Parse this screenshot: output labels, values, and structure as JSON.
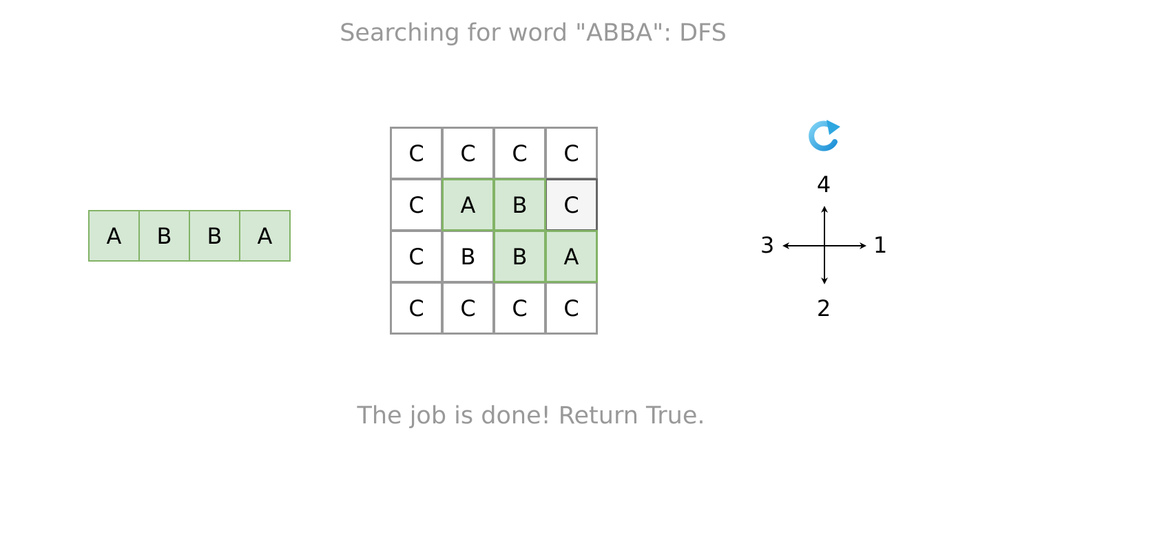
{
  "title": "Searching for word \"ABBA\": DFS",
  "status": "The job is done! Return True.",
  "word": [
    "A",
    "B",
    "B",
    "A"
  ],
  "grid": [
    [
      "C",
      "C",
      "C",
      "C"
    ],
    [
      "C",
      "A",
      "B",
      "C"
    ],
    [
      "C",
      "B",
      "B",
      "A"
    ],
    [
      "C",
      "C",
      "C",
      "C"
    ]
  ],
  "path_cells": [
    [
      1,
      1
    ],
    [
      1,
      2
    ],
    [
      2,
      2
    ],
    [
      2,
      3
    ]
  ],
  "visited_cells": [
    [
      1,
      3
    ]
  ],
  "directions": {
    "right": "1",
    "down": "2",
    "left": "3",
    "up": "4"
  },
  "refresh_icon": "refresh-icon",
  "colors": {
    "path_fill": "#d5e8d4",
    "path_border": "#82b366",
    "visited_fill": "#f5f5f5",
    "grid_border": "#999999",
    "text_gray": "#999999",
    "icon_blue": "#1ba1e2"
  }
}
